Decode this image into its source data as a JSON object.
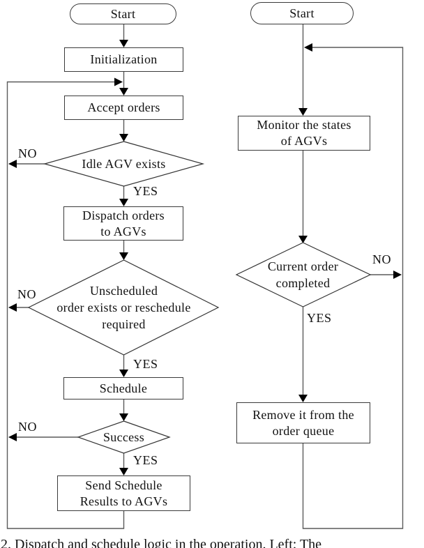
{
  "palette": {
    "background": "#ffffff",
    "connector_line": "#5a5a5a",
    "shape_border": "#3a3a3a",
    "arrowhead": "#000000",
    "text": "#111111"
  },
  "left_flow": {
    "start": "Start",
    "initialization": "Initialization",
    "accept_orders": "Accept orders",
    "decision_idle_agv": "Idle AGV exists",
    "dispatch_orders": "Dispatch orders\nto AGVs",
    "decision_unscheduled": "Unscheduled\norder exists or reschedule\nrequired",
    "schedule": "Schedule",
    "decision_success": "Success",
    "send_results": "Send Schedule\nResults to AGVs",
    "no1": "NO",
    "yes1": "YES",
    "no2": "NO",
    "yes2": "YES",
    "no3": "NO",
    "yes3": "YES"
  },
  "right_flow": {
    "start": "Start",
    "monitor": "Monitor the states\nof AGVs",
    "decision_order_completed": "Current order\ncompleted",
    "remove_order": "Remove it from the\norder queue",
    "no": "NO",
    "yes": "YES"
  },
  "caption": "2. Dispatch and schedule logic in the operation. Left: The"
}
